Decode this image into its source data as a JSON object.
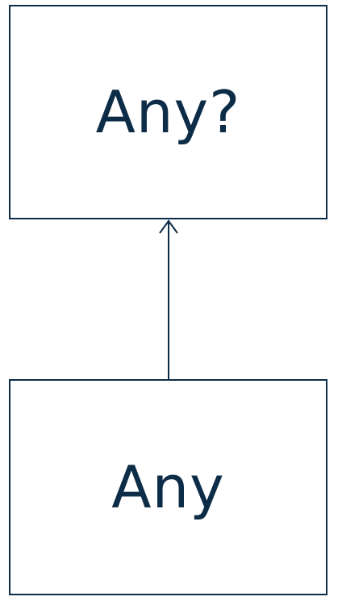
{
  "diagram": {
    "nodes": [
      {
        "id": "supertype",
        "label": "Any?"
      },
      {
        "id": "subtype",
        "label": "Any"
      }
    ],
    "edges": [
      {
        "from": "subtype",
        "to": "supertype",
        "arrow": "open"
      }
    ]
  },
  "colors": {
    "stroke": "#0d2c47",
    "text": "#0d2c47",
    "background": "#ffffff"
  }
}
